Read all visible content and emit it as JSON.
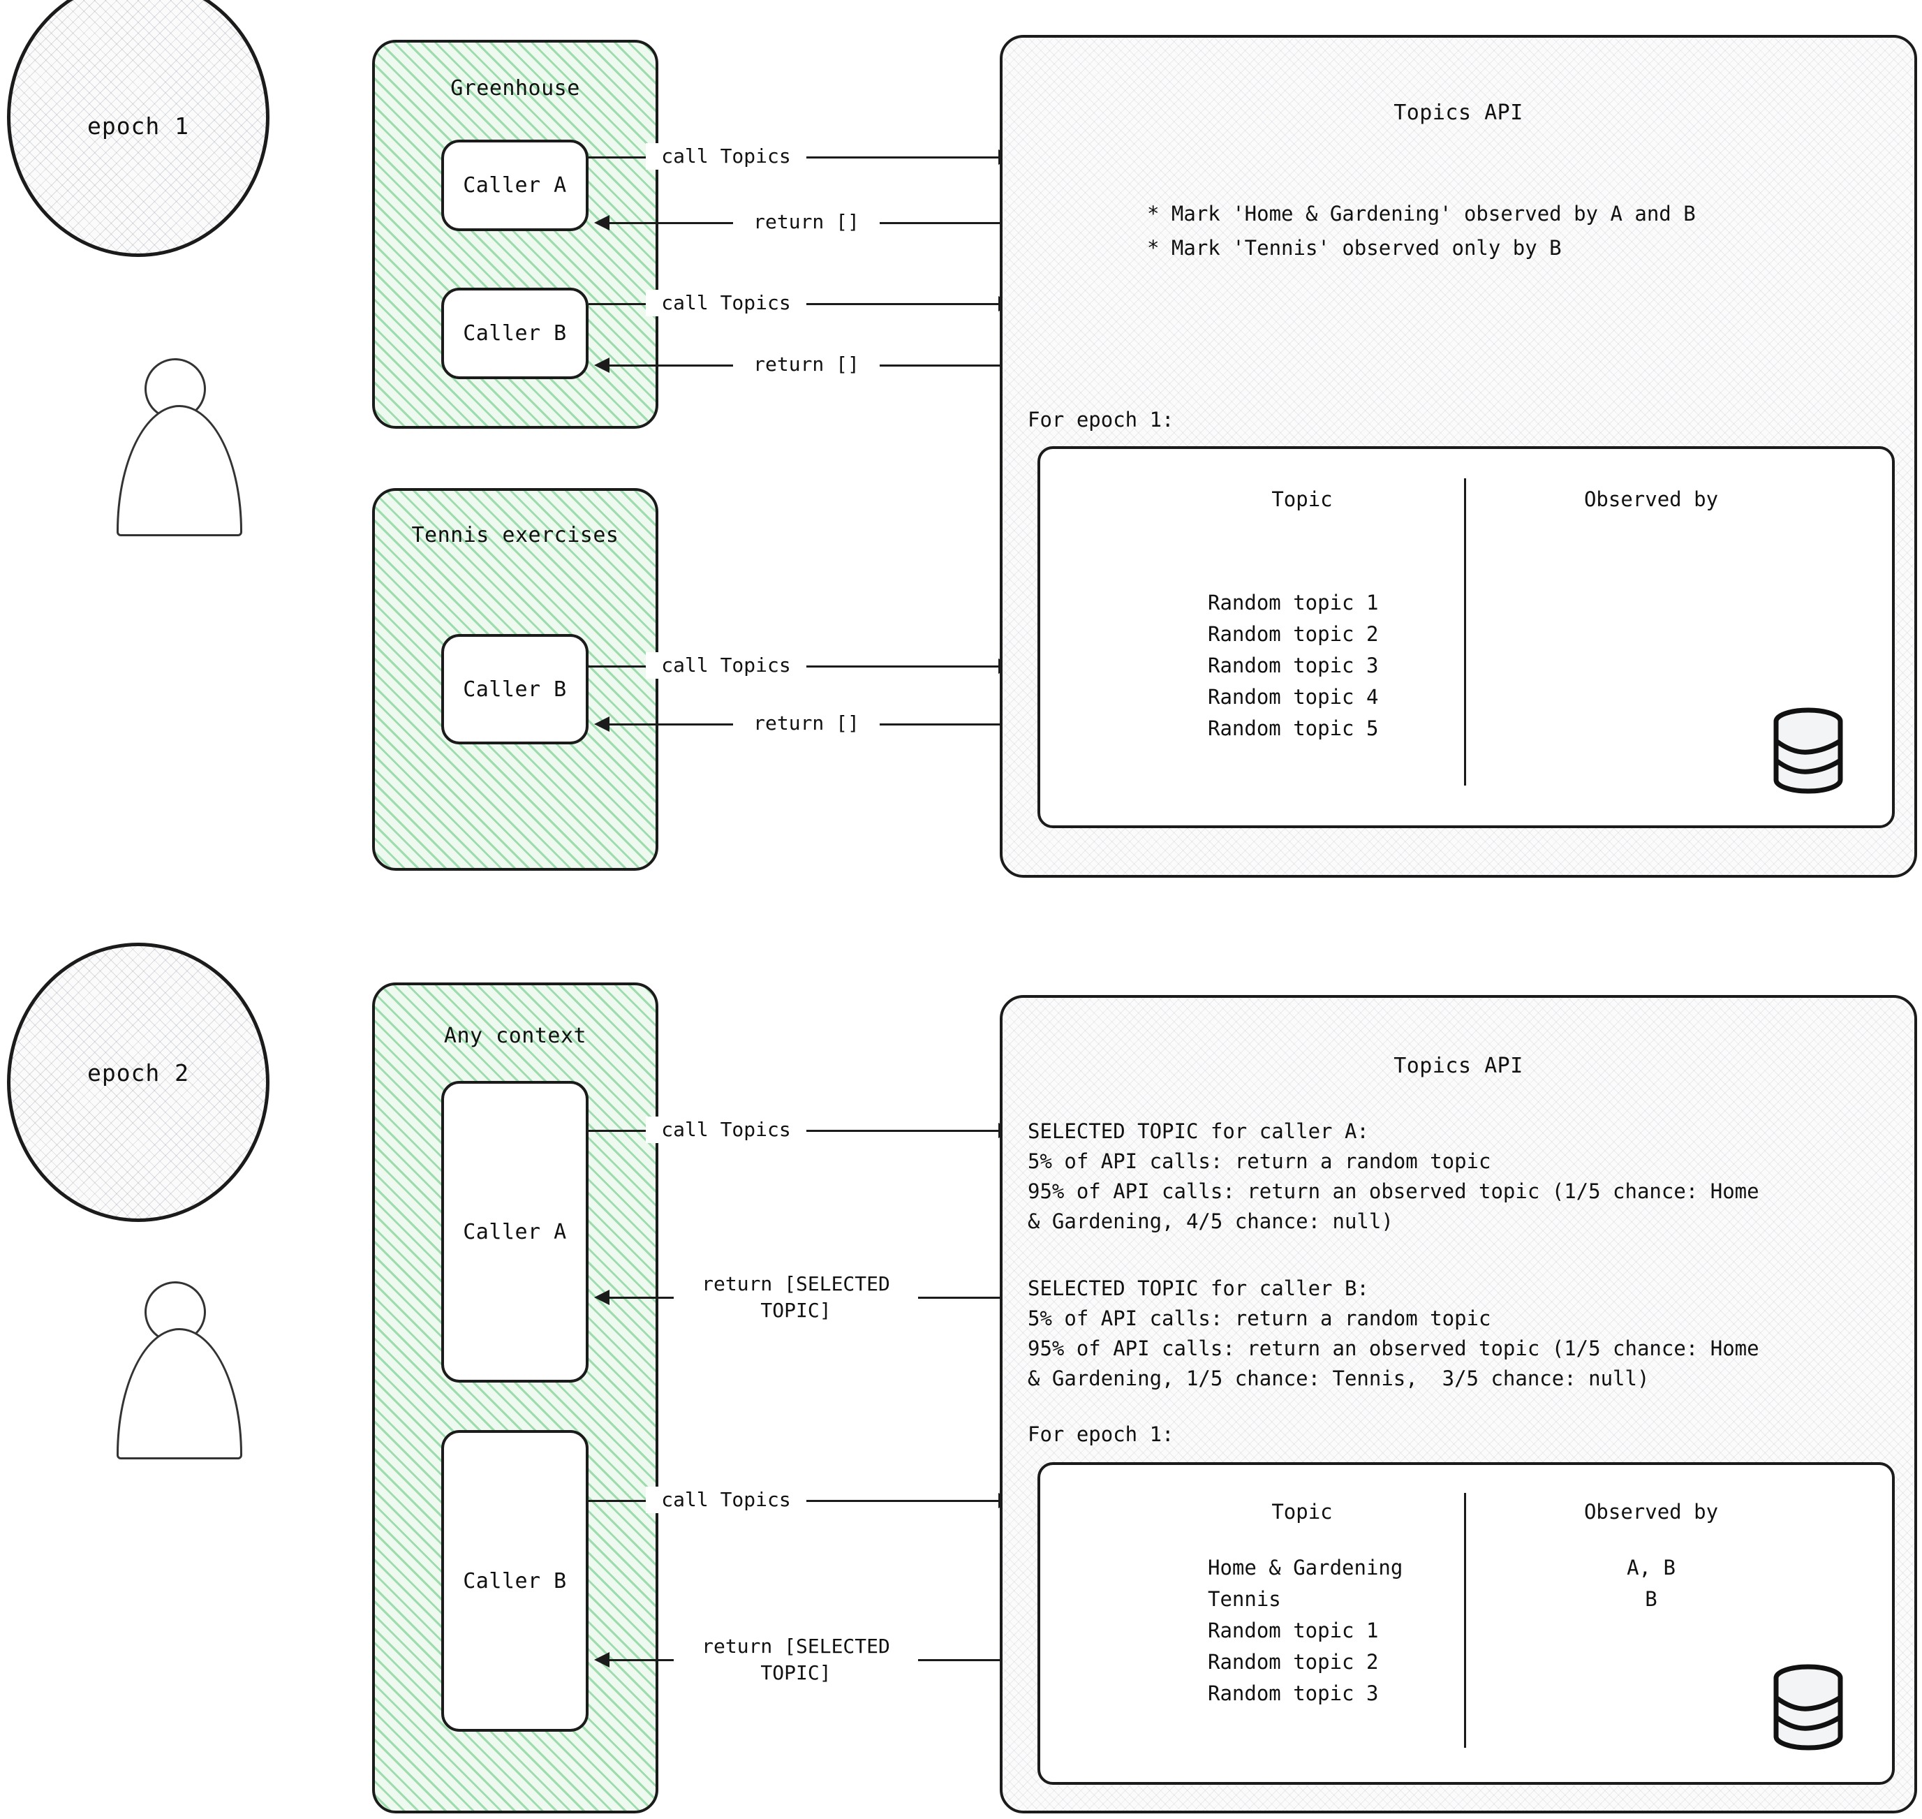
{
  "colors": {
    "ink": "#1b1b1b",
    "context_green": "#5cc478",
    "context_fill": "#eefaf0",
    "panel_fill": "#fbfbfc",
    "page_bg": "#ffffff"
  },
  "epochs": [
    {
      "id": "epoch-1",
      "circle_label": "epoch 1",
      "actor_name": "user-actor",
      "contexts": [
        {
          "title": "Greenhouse",
          "callers": [
            {
              "label": "Caller A",
              "messages": [
                {
                  "direction": "right",
                  "text": "call Topics"
                },
                {
                  "direction": "left",
                  "text": "return []"
                }
              ]
            },
            {
              "label": "Caller B",
              "messages": [
                {
                  "direction": "right",
                  "text": "call Topics"
                },
                {
                  "direction": "left",
                  "text": "return []"
                }
              ]
            }
          ]
        },
        {
          "title": "Tennis exercises",
          "callers": [
            {
              "label": "Caller B",
              "messages": [
                {
                  "direction": "right",
                  "text": "call Topics"
                },
                {
                  "direction": "left",
                  "text": "return []"
                }
              ]
            }
          ]
        }
      ],
      "api": {
        "title": "Topics API",
        "bullets": [
          "* Mark 'Home & Gardening' observed by A and B",
          "* Mark 'Tennis' observed only by B"
        ],
        "for_epoch_label": "For epoch 1:",
        "table": {
          "headers": [
            "Topic",
            "Observed by"
          ],
          "rows": [
            {
              "topic": "Random topic 1",
              "observed_by": ""
            },
            {
              "topic": "Random topic 2",
              "observed_by": ""
            },
            {
              "topic": "Random topic 3",
              "observed_by": ""
            },
            {
              "topic": "Random topic 4",
              "observed_by": ""
            },
            {
              "topic": "Random topic 5",
              "observed_by": ""
            }
          ]
        },
        "db_icon": "database-cylinder-icon"
      }
    },
    {
      "id": "epoch-2",
      "circle_label": "epoch 2",
      "actor_name": "user-actor",
      "contexts": [
        {
          "title": "Any context",
          "callers": [
            {
              "label": "Caller A",
              "messages": [
                {
                  "direction": "right",
                  "text": "call Topics"
                },
                {
                  "direction": "left",
                  "text": "return [SELECTED\nTOPIC]"
                }
              ]
            },
            {
              "label": "Caller B",
              "messages": [
                {
                  "direction": "right",
                  "text": "call Topics"
                },
                {
                  "direction": "left",
                  "text": "return [SELECTED\nTOPIC]"
                }
              ]
            }
          ]
        }
      ],
      "api": {
        "title": "Topics API",
        "blocks": [
          "SELECTED TOPIC for caller A:\n5% of API calls: return a random topic\n95% of API calls: return an observed topic (1/5 chance: Home\n& Gardening, 4/5 chance: null)",
          "SELECTED TOPIC for caller B:\n5% of API calls: return a random topic\n95% of API calls: return an observed topic (1/5 chance: Home\n& Gardening, 1/5 chance: Tennis,  3/5 chance: null)"
        ],
        "for_epoch_label": "For epoch 1:",
        "table": {
          "headers": [
            "Topic",
            "Observed by"
          ],
          "rows": [
            {
              "topic": "Home & Gardening",
              "observed_by": "A, B"
            },
            {
              "topic": "Tennis",
              "observed_by": "B"
            },
            {
              "topic": "Random topic 1",
              "observed_by": ""
            },
            {
              "topic": "Random topic 2",
              "observed_by": ""
            },
            {
              "topic": "Random topic 3",
              "observed_by": ""
            }
          ]
        },
        "db_icon": "database-cylinder-icon"
      }
    }
  ],
  "columns": {
    "e1": {
      "topics": "Random topic 1\nRandom topic 2\nRandom topic 3\nRandom topic 4\nRandom topic 5",
      "observed": ""
    },
    "e2": {
      "topics": "Home & Gardening\nTennis\nRandom topic 1\nRandom topic 2\nRandom topic 3",
      "observed": "A, B\nB"
    }
  }
}
